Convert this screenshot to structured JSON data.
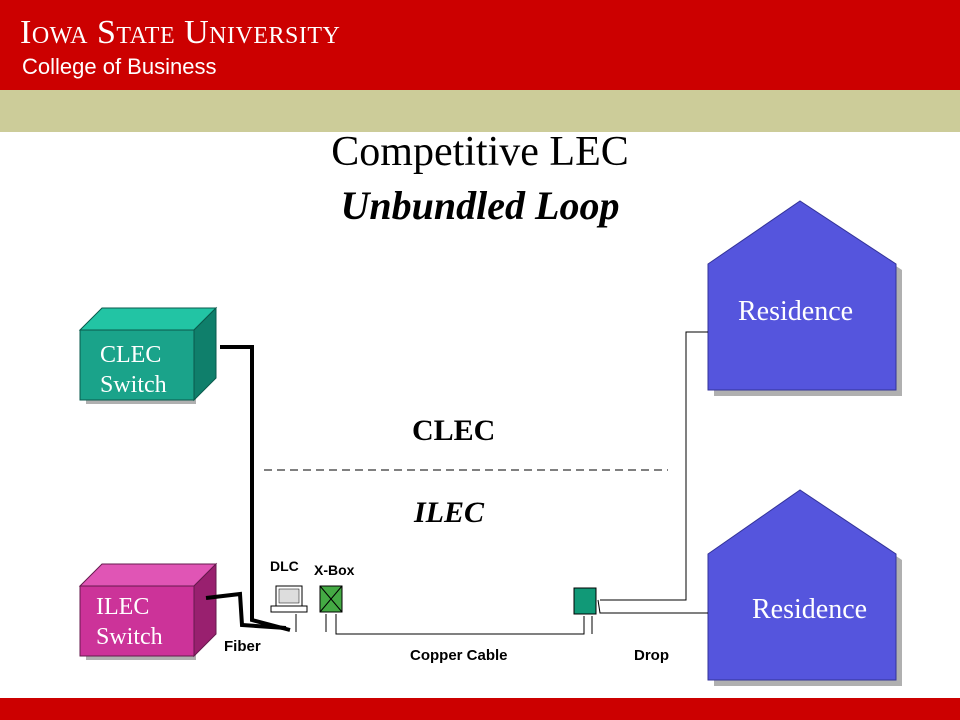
{
  "header": {
    "university": "Iowa State University",
    "college": "College of Business"
  },
  "title": {
    "line1": "Competitive LEC",
    "line2": "Unbundled Loop"
  },
  "diagram": {
    "clec_switch": [
      "CLEC",
      "Switch"
    ],
    "ilec_switch": [
      "ILEC",
      "Switch"
    ],
    "residence_top": "Residence",
    "residence_bottom": "Residence",
    "divider_top_label": "CLEC",
    "divider_bottom_label": "ILEC",
    "dlc_label": "DLC",
    "xbox_label": "X-Box",
    "fiber_label": "Fiber",
    "copper_label": "Copper Cable",
    "drop_label": "Drop"
  },
  "colors": {
    "header_red": "#cc0000",
    "band_tan": "#cccc99",
    "clec_green": "#1aa38a",
    "ilec_magenta": "#cc3399",
    "residence_blue": "#5555dd"
  }
}
